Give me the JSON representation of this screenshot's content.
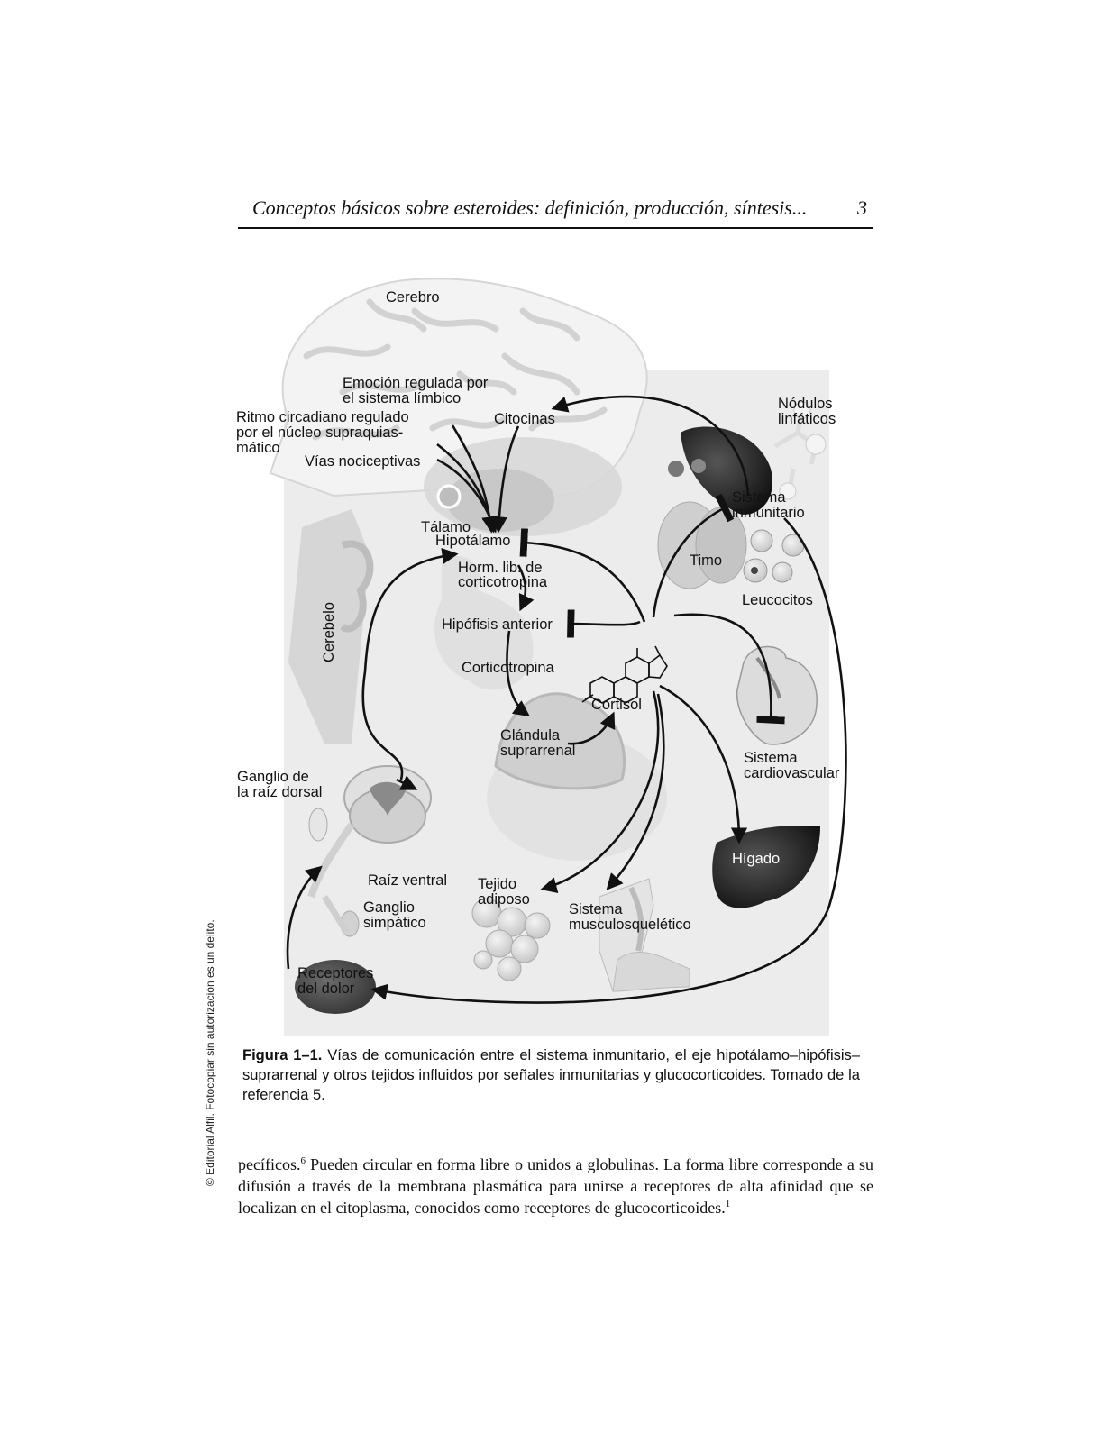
{
  "header": {
    "title": "Conceptos básicos sobre esteroides: definición, producción, síntesis...",
    "page_number": "3"
  },
  "side_note": "© Editorial Alfil. Fotocopiar sin autorización es un delito.",
  "figure": {
    "labels": {
      "cerebro": "Cerebro",
      "emocion_1": "Emoción regulada por",
      "emocion_2": "el sistema límbico",
      "ritmo_1": "Ritmo circadiano regulado",
      "ritmo_2": "por el núcleo supraquias-",
      "ritmo_3": "mático",
      "vias": "Vías nociceptivas",
      "citocinas": "Citocinas",
      "nodulos_1": "Nódulos",
      "nodulos_2": "linfáticos",
      "sistema_inm_1": "Sistema",
      "sistema_inm_2": "inmunitario",
      "talamo": "Tálamo",
      "hipotalamo": "Hipotálamo",
      "horm_1": "Horm. lib. de",
      "horm_2": "corticotropina",
      "timo": "Timo",
      "leucocitos": "Leucocitos",
      "cerebelo": "Cerebelo",
      "hipofisis": "Hipófisis anterior",
      "corticotropina": "Corticotropina",
      "cortisol": "Cortisol",
      "glandula_1": "Glándula",
      "glandula_2": "suprarrenal",
      "cardio_1": "Sistema",
      "cardio_2": "cardiovascular",
      "ganglio_raiz_1": "Ganglio de",
      "ganglio_raiz_2": "la raíz dorsal",
      "higado": "Hígado",
      "raiz_ventral": "Raíz ventral",
      "tejido_1": "Tejido",
      "tejido_2": "adiposo",
      "ganglio_simp_1": "Ganglio",
      "ganglio_simp_2": "simpático",
      "musculo_1": "Sistema",
      "musculo_2": "musculosquelético",
      "receptores_1": "Receptores",
      "receptores_2": "del dolor"
    }
  },
  "caption": {
    "label": "Figura 1–1.",
    "text": "Vías de comunicación entre el sistema inmunitario, el eje hipotálamo–hipófisis–suprarrenal y otros tejidos influidos por señales inmunitarias y glucocorticoides. Tomado de la referencia 5."
  },
  "body": {
    "part1": "pecíficos.",
    "ref1": "6",
    "part2": " Pueden circular en forma libre o unidos a globulinas. La forma libre corresponde a su difusión a través de la membrana plasmática para unirse a receptores de alta afinidad que se localizan en el citoplasma, conocidos como receptores de glucocorticoides.",
    "ref2": "1"
  }
}
